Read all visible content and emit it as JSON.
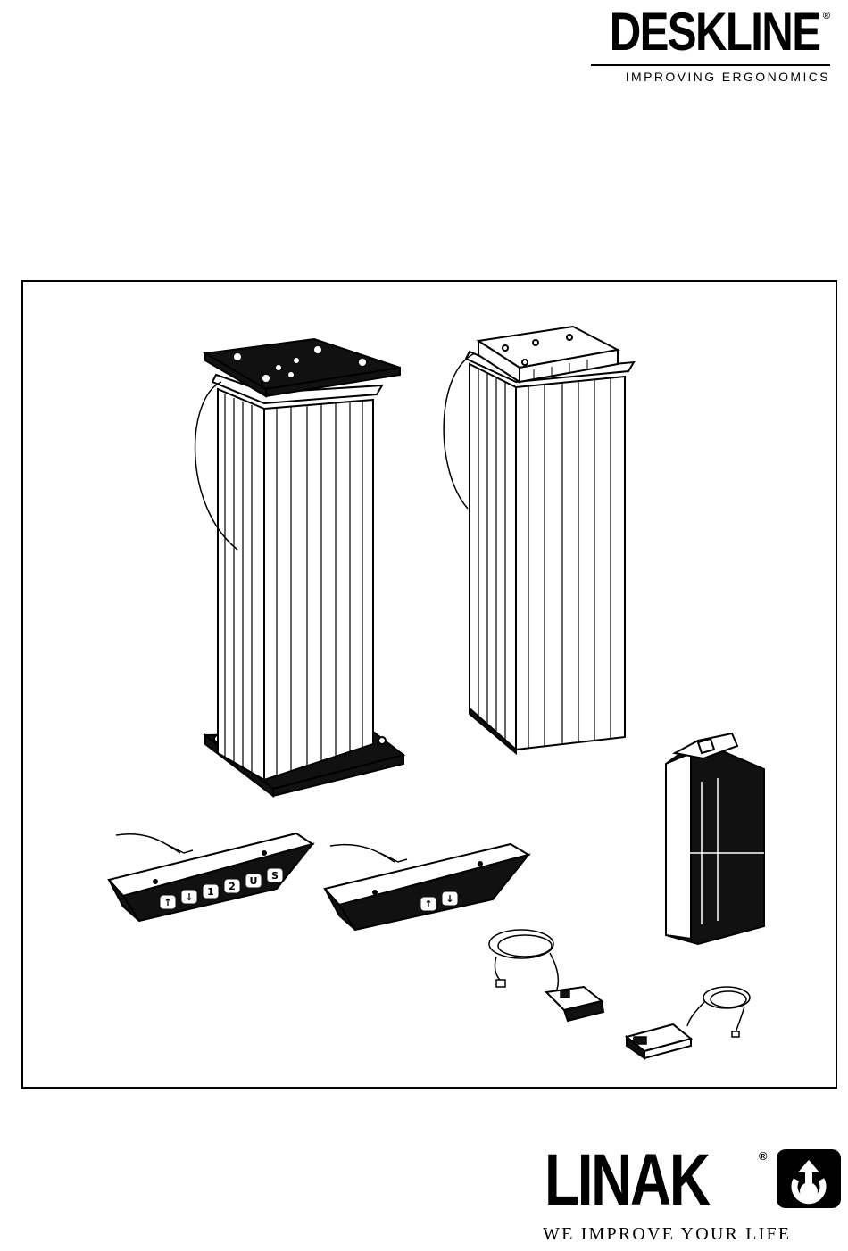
{
  "header": {
    "brand": "DESKLINE",
    "registered": "®",
    "tagline": "IMPROVING ERGONOMICS"
  },
  "illustration": {
    "handset_large_buttons": [
      "↑",
      "↓",
      "1",
      "2",
      "U",
      "S"
    ],
    "handset_small_buttons": [
      "↑",
      "↓"
    ]
  },
  "footer": {
    "brand": "LINAK",
    "registered": "®",
    "slogan": "WE IMPROVE YOUR LIFE",
    "icon": "linak-arrow-icon"
  }
}
